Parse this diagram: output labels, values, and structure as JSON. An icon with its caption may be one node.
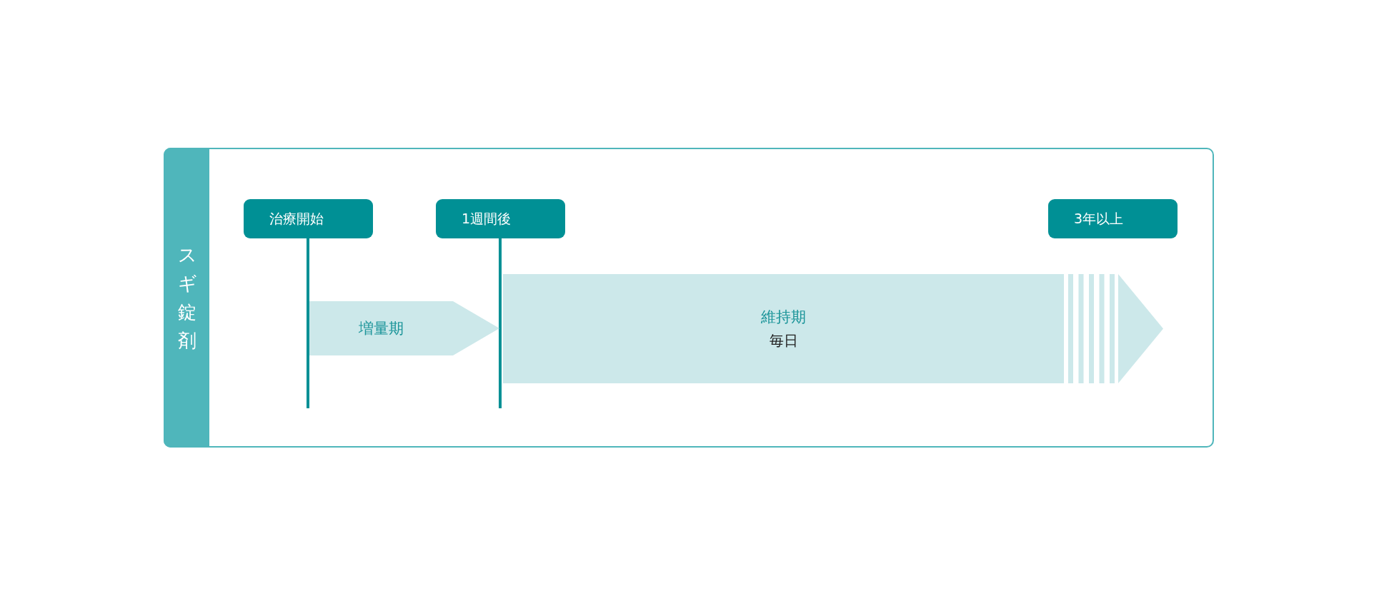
{
  "diagram": {
    "nodes": [
      {
        "text": [
          "スギ錠剤"
        ]
      },
      {
        "text": [
          "治療開始"
        ],
        "in": 0
      },
      {
        "text": [
          "1週間後"
        ],
        "in": 0
      },
      {
        "text": [
          "3年以上"
        ],
        "in": 0
      },
      {
        "text": [
          "増量期"
        ],
        "in": 0
      },
      {
        "text": [
          "維持期",
          "毎日"
        ],
        "in": 0
      }
    ]
  }
}
